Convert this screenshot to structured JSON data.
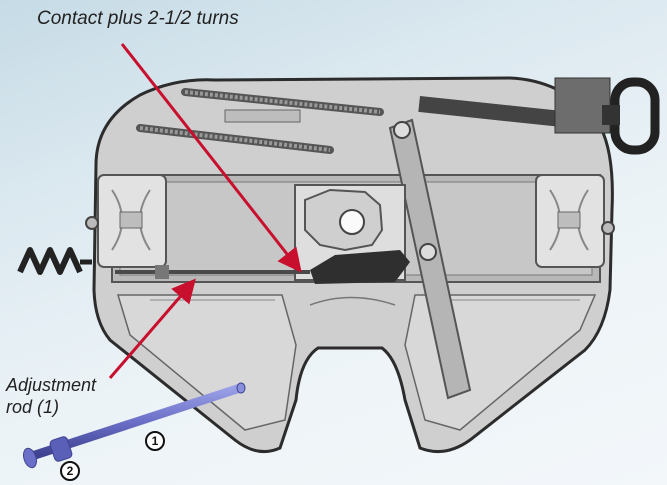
{
  "callouts": {
    "top": "Contact plus 2-1/2 turns",
    "rod_line1": "Adjustment",
    "rod_line2": "rod (1)"
  },
  "markers": {
    "one": "1",
    "two": "2"
  },
  "colors": {
    "arrow": "#c8102e",
    "rod": "#6b6fc7",
    "plate_outline": "#2c2c2c",
    "plate_fill": "#c9c9c9",
    "background": "#dce9f0"
  }
}
